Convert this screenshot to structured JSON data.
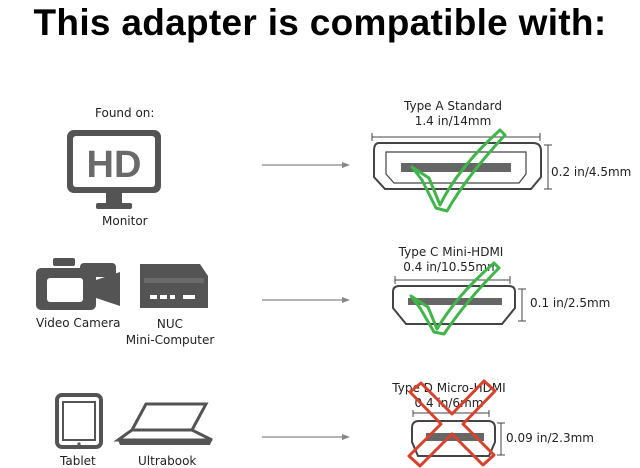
{
  "headline": "This adapter is compatible with:",
  "devices": {
    "found_on": "Found on:",
    "hd_text": "HD",
    "monitor": "Monitor",
    "video_camera": "Video Camera",
    "nuc_line1": "NUC",
    "nuc_line2": "Mini-Computer",
    "tablet": "Tablet",
    "ultrabook": "Ultrabook"
  },
  "connectors": {
    "type_a": {
      "name": "Type A Standard",
      "width": "1.4 in/14mm",
      "height": "0.2 in/4.5mm",
      "compatible": true
    },
    "type_c": {
      "name": "Type C Mini-HDMI",
      "width": "0.4 in/10.55mm",
      "height": "0.1 in/2.5mm",
      "compatible": true
    },
    "type_d": {
      "name": "Type D Micro-HDMI",
      "width": "0.4 in/6mm",
      "height": "0.09 in/2.3mm",
      "compatible": false
    }
  },
  "colors": {
    "check": "#3fb54a",
    "cross": "#d9412b",
    "icon_gray": "#545454"
  }
}
